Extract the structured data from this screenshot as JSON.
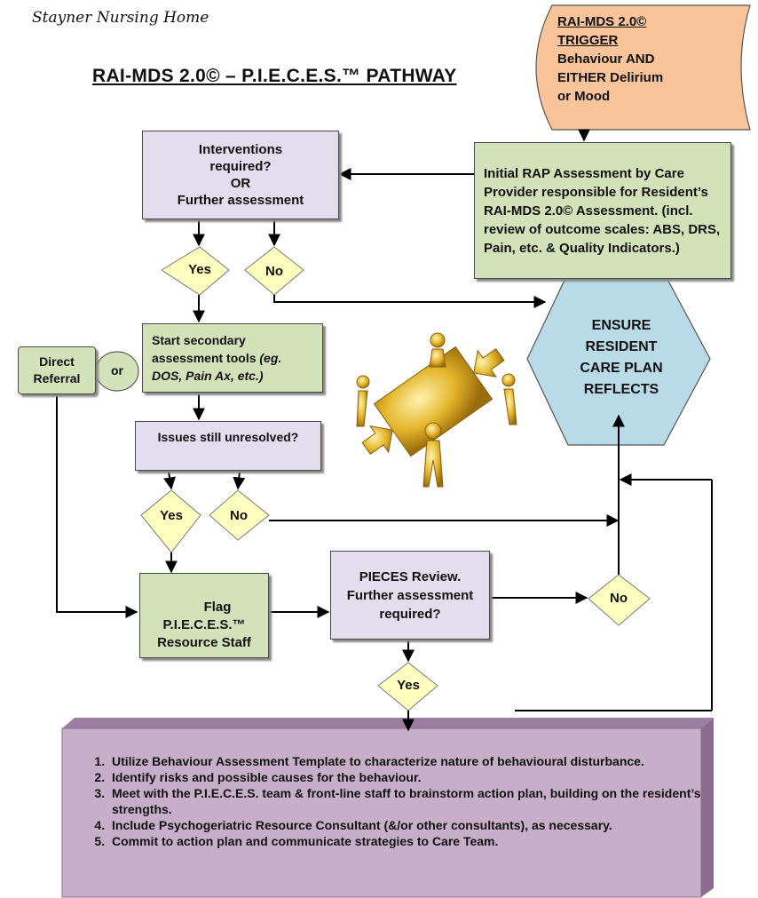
{
  "header": {
    "organization": "Stayner Nursing Home"
  },
  "title": {
    "text": "RAI-MDS 2.0© – P.I.E.C.E.S.™ PATHWAY"
  },
  "trigger": {
    "line1": "RAI-MDS 2.0©",
    "line2": "TRIGGER",
    "line3": "Behaviour AND",
    "line4": "EITHER Delirium",
    "line5": "or Mood"
  },
  "initial_assessment": {
    "text": "Initial RAP Assessment by Care Provider responsible for Resident’s RAI-MDS 2.0© Assessment. (incl. review of outcome scales:  ABS, DRS, Pain, etc. & Quality Indicators.)"
  },
  "interventions": {
    "line1": "Interventions",
    "line2": "required?",
    "line3": "OR",
    "line4": "Further assessment"
  },
  "decision1": {
    "yes": "Yes",
    "no": "No"
  },
  "ensure_care_plan": {
    "line1": "ENSURE",
    "line2": "RESIDENT",
    "line3": "CARE PLAN",
    "line4": "REFLECTS"
  },
  "secondary_tools": {
    "text": "Start secondary assessment tools",
    "example": "(eg. DOS, Pain Ax, etc.)"
  },
  "direct_referral": {
    "line1": "Direct",
    "line2": "Referral"
  },
  "or_connector": "or",
  "issues_unresolved": {
    "text": "Issues still unresolved?"
  },
  "decision2": {
    "yes": "Yes",
    "no": "No"
  },
  "flag_box": {
    "line1": "Flag",
    "line2": "P.I.E.C.E.S.™",
    "line3": "Resource Staff"
  },
  "pieces_review": {
    "text": "PIECES Review. Further assessment required?"
  },
  "decision3": {
    "no": "No"
  },
  "decision4": {
    "yes": "Yes"
  },
  "action_plan": {
    "items": [
      "Utilize Behaviour Assessment Template to characterize nature of behavioural disturbance.",
      "Identify risks and possible causes for the behaviour.",
      "Meet with the P.I.E.C.E.S. team & front-line staff to brainstorm action plan, building on the resident’s strengths.",
      "Include Psychogeriatric Resource Consultant (&/or other consultants), as necessary.",
      "Commit to action plan and communicate strategies to Care Team."
    ]
  },
  "colors": {
    "trigger_fill": "#f9c49a",
    "purple_fill": "#e3dded",
    "green_fill": "#d3e2b9",
    "diamond_fill": "#ffffc0",
    "hexagon_fill": "#b9dbe8",
    "action_fill": "#c7aec9",
    "team_figures": "#e4b62c"
  }
}
